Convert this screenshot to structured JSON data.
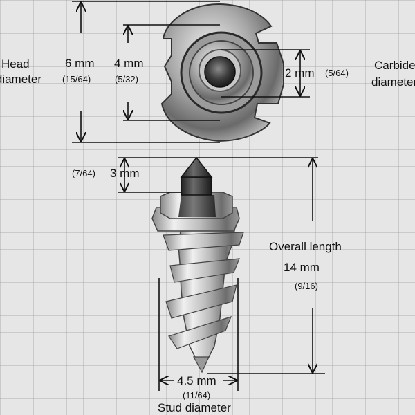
{
  "labels": {
    "head_label": "Head",
    "head_label2": "diameter",
    "head_mm": "6 mm",
    "head_in": "(15/64)",
    "inner_mm": "4 mm",
    "inner_in": "(5/32)",
    "carbide_mm": "2 mm",
    "carbide_in": "(5/64)",
    "carbide_label": "Carbide",
    "carbide_label2": "diameter",
    "tip_in": "(7/64)",
    "tip_mm": "3 mm",
    "overall_label": "Overall length",
    "overall_mm": "14 mm",
    "overall_in": "(9/16)",
    "stud_mm": "4.5 mm",
    "stud_in": "(11/64)",
    "stud_label": "Stud diameter"
  },
  "colors": {
    "background": "#e6e6e6",
    "line": "#111111",
    "metal_light": "#d9d9d9",
    "metal_dark": "#555555",
    "carbide": "#3a3a3a"
  }
}
